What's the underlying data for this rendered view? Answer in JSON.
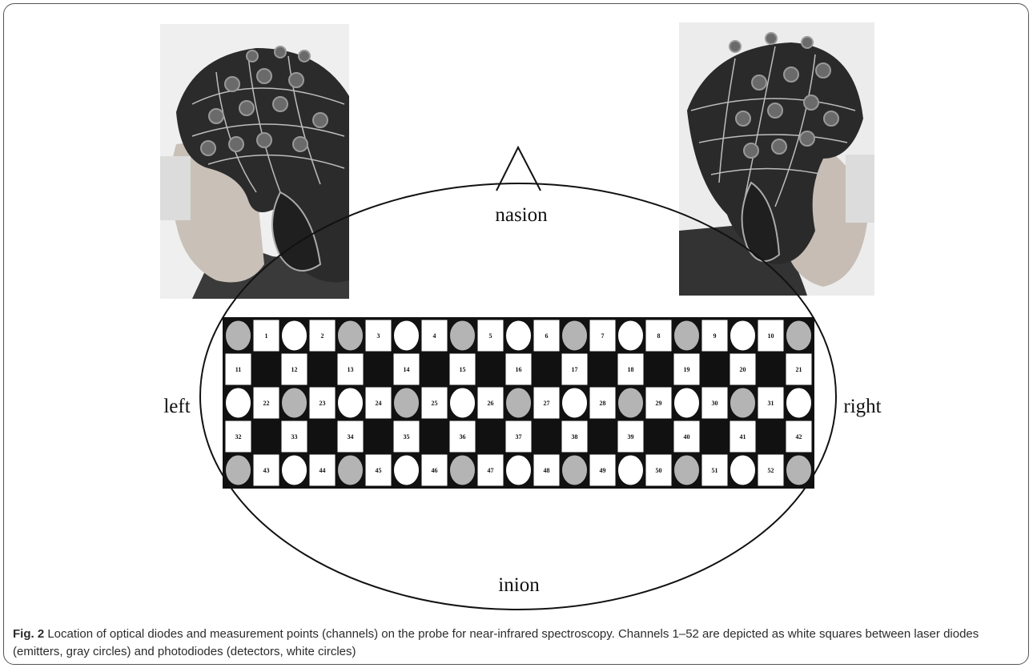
{
  "labels": {
    "nasion": "nasion",
    "inion": "inion",
    "left": "left",
    "right": "right"
  },
  "grid": {
    "rows": [
      [
        "G",
        "1",
        "W",
        "2",
        "G",
        "3",
        "W",
        "4",
        "G",
        "5",
        "W",
        "6",
        "G",
        "7",
        "W",
        "8",
        "G",
        "9",
        "W",
        "10",
        "G"
      ],
      [
        "11",
        "B",
        "12",
        "B",
        "13",
        "B",
        "14",
        "B",
        "15",
        "B",
        "16",
        "B",
        "17",
        "B",
        "18",
        "B",
        "19",
        "B",
        "20",
        "B",
        "21"
      ],
      [
        "W",
        "22",
        "G",
        "23",
        "W",
        "24",
        "G",
        "25",
        "W",
        "26",
        "G",
        "27",
        "W",
        "28",
        "G",
        "29",
        "W",
        "30",
        "G",
        "31",
        "W"
      ],
      [
        "32",
        "B",
        "33",
        "B",
        "34",
        "B",
        "35",
        "B",
        "36",
        "B",
        "37",
        "B",
        "38",
        "B",
        "39",
        "B",
        "40",
        "B",
        "41",
        "B",
        "42"
      ],
      [
        "G",
        "43",
        "W",
        "44",
        "G",
        "45",
        "W",
        "46",
        "G",
        "47",
        "W",
        "48",
        "G",
        "49",
        "W",
        "50",
        "G",
        "51",
        "W",
        "52",
        "G"
      ]
    ]
  },
  "colors": {
    "emitter": "#b4b4b4",
    "detector": "#ffffff",
    "grid_bg": "#111111",
    "channel": "#ffffff"
  },
  "caption": {
    "fig_label": "Fig. 2",
    "text": " Location of optical diodes and measurement points (channels) on the probe for near-infrared spectroscopy. Channels 1–52 are depicted as white squares between laser diodes (emitters, gray circles) and photodiodes (detectors, white circles)"
  }
}
